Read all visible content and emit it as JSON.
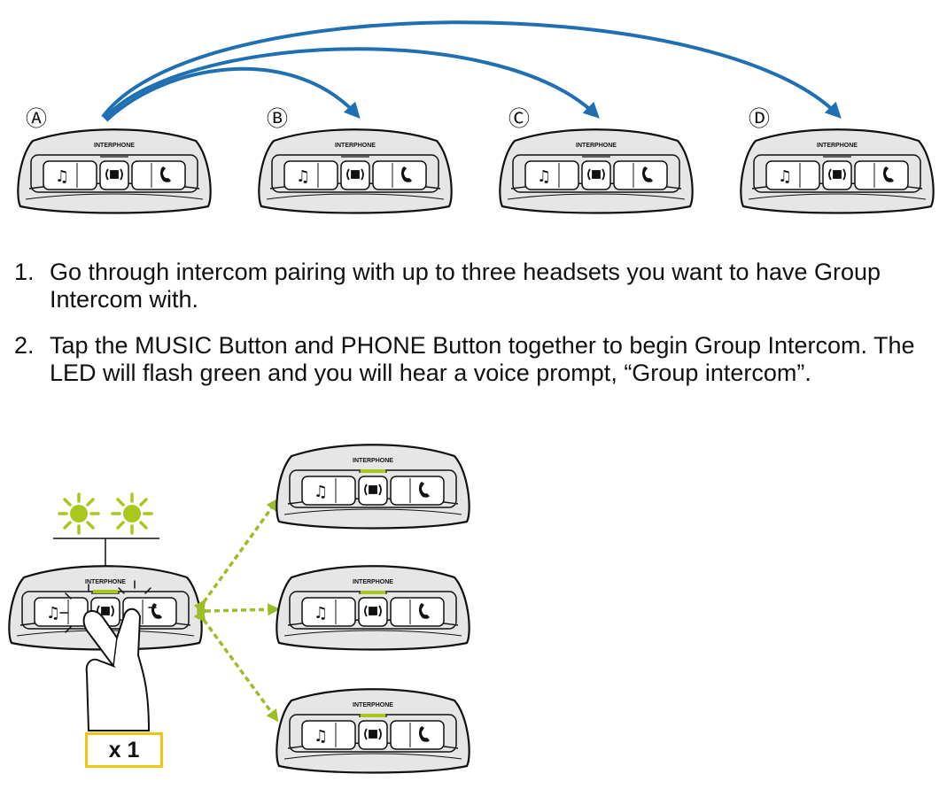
{
  "headset_labels": [
    "Ⓐ",
    "Ⓑ",
    "Ⓒ",
    "Ⓓ"
  ],
  "brand": "INTERPHONE",
  "steps": [
    {
      "number": "1.",
      "text": "Go through intercom pairing with up to three headsets you want to have Group Intercom with."
    },
    {
      "number": "2.",
      "text": "Tap the MUSIC Button and PHONE Button together to begin Group Intercom. The LED will flash green and you will hear a voice prompt, “Group intercom”."
    }
  ],
  "press_count": "x 1",
  "colors": {
    "pairing_arrow": "#1f6fb3",
    "led_flash": "#a8c81e",
    "link_arrow": "#9cbd2a",
    "count_box_border": "#f1c40f",
    "headset_fill": "#e6e6e6"
  },
  "icons": [
    "music-note-icon",
    "intercom-icon",
    "phone-icon",
    "led-flash-icon",
    "hand-icon"
  ]
}
